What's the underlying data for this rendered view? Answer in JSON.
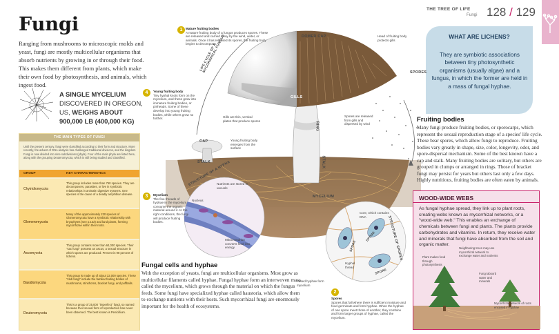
{
  "header": {
    "section": "THE TREE OF LIFE",
    "subsection": "Fungi",
    "page_left": "128",
    "page_sep": "/",
    "page_right": "129"
  },
  "title": "Fungi",
  "intro": "Ranging from mushrooms to microscopic molds and yeast, fungi are mostly multicellular organisms that absorb nutrients by growing in or through their food. This makes them different from plants, which make their own food by photosynthesis, and animals, which ingest food.",
  "mycelium_fact": {
    "part1": "A single mycelium",
    "part2": "discovered in Oregon, US,",
    "part3": "weighs about",
    "part4": "900,000 lb (400,000 kg)"
  },
  "table": {
    "title": "THE MAIN TYPES OF FUNGI",
    "intro": "Until the present century, fungi were classified according to their form and structure. More recently, the advent of DNA analysis has challenged traditional divisions, and the kingdom Fungi is now divided into nine subdivisions (phyla). Four of the main phyla are listed here, along with the grouping Deuteromycota, which is still being studied and classified.",
    "col_group": "GROUP",
    "col_key": "KEY CHARACTERISTICS",
    "rows": [
      {
        "name": "Chytridiomycota",
        "desc": "This group includes more than 750 species. They are decomposers, parasites, or live in symbiotic relationships in animals' digestive systems. One species is the cause of a deadly amphibian disease."
      },
      {
        "name": "Glomeromycota",
        "desc": "Many of the approximately 230 species of Glomeromycota have a symbiotic relationship with bryophytes (see p.132) and land plants, forming mycorrhizae within their roots."
      },
      {
        "name": "Ascomycota",
        "desc": "This group contains more than 64,000 species. Their \"sac fungi\" possess an ascus, a sexual structure in which spores are produced. Present in 98 percent of lichens."
      },
      {
        "name": "Basidiomycota",
        "desc": "This group is made up of about 32,000 species. These \"club fungi\" include the familiar fruiting bodies of mushrooms, stinkhorns, bracket fungi, and puffballs."
      },
      {
        "name": "Deuteromycota",
        "desc": "This is a group of 25,000 \"imperfect\" fungi, so named because their sexual form of reproduction has never been observed. The best known is Penicillium."
      }
    ]
  },
  "lichens": {
    "question": "WHAT ARE LICHENS?",
    "answer": "They are symbiotic associations between tiny photosynthetic organisms (usually algae) and a fungus, in which the former are held in a mass of fungal hyphae."
  },
  "fruiting": {
    "heading": "Fruiting bodies",
    "text": "Many fungi produce fruiting bodies, or sporocarps, which represent the sexual reproduction stage of a species' life cycle. These bear spores, which allow fungi to reproduce. Fruiting bodies vary greatly in shape, size, color, longevity, odor, and spore-dispersal mechanism. Some of the best known have a cap and stalk. Many fruiting bodies are solitary, but others are grouped in clumps or arranged in rings. Those of bracket fungi may persist for years but others last only a few days. Highly nutritious, fruiting bodies are often eaten by animals."
  },
  "wood_wide": {
    "heading": "WOOD-WIDE WEBS",
    "text": "As fungal hyphae spread, they link up to plant roots, creating webs known as mycorrhizal networks, or a \"wood-wide web.\" This enables an exchange of chemicals between fungi and plants. The plants provide carbohydrates and vitamins. In return, they receive water and minerals that fungi have absorbed from the soil and organic matter.",
    "label_trees": "Neighboring trees may use mycorrhizal network to exchange water and nutrients",
    "label_plant": "Plant makes food through photosynthesis",
    "label_fungi": "Fungi absorb water and minerals",
    "label_network": "Mycorrhizal network of roots encased in hyphae"
  },
  "hyphae": {
    "heading": "Fungal cells and hyphae",
    "text": "With the exception of yeasts, fungi are multicellular organisms. Most grow as multicellular filaments called hyphae. Fungal hyphae form an interwoven mass called the mycelium, which grows through the material on which the fungus feeds. Some fungi have specialized hyphae called haustoria, which allow them to exchange nutrients with their hosts. Such mycorrhizal fungi are enormously important for the health of ecosystems."
  },
  "diagram": {
    "cycle_label": "LIFE CYCLE OF A MYCORRHIZAL FUNGUS",
    "domed_cap": "DOMED CAP",
    "gills": "GILLS",
    "ring": "RING",
    "stalk": "STALK",
    "spores": "SPORES",
    "mycelium": "MYCELIUM",
    "cap": "CAP",
    "stalk_small": "STALK",
    "hypha_structure": "STRUCTURE OF A HYPHA",
    "spore_structure": "STRUCTURE OF SPORES",
    "spore_word": "SPORE",
    "step1_title": "Mature fruiting bodies",
    "step1_text": "A mature fruiting body of a fungus produces spores. These are released and carried away by the wind, water, or animals. Once it has released its spores, the fruiting body begins to decompose.",
    "step2_title": "Spores",
    "step2_text": "Spores that fall where there is sufficient moisture and food germinate and form hyphae. When the hyphae of one spore meet those of another, they combine and form larger groups of hyphae, called the mycelium.",
    "step3_title": "Mycelium",
    "step3_text": "The fine threads of hyphae in the mycelium consume the organic material around it. In the right conditions, the fungi will produce fruiting bodies.",
    "step4_title": "Young fruiting body",
    "step4_text": "Tiny hyphal knots form on the mycelium, and these grow into immature fruiting bodies, or pinheads. Some of these develop into young fruiting bodies, while others grow no further.",
    "lbl_head": "Head of fruiting body protects gills",
    "lbl_gills": "Gills are thin, vertical plates that produce spores",
    "lbl_spores_rel": "Spores are released from gills and dispersed by wind",
    "lbl_young": "Young fruiting body emerges from the surface",
    "lbl_nutrients": "Nutrients are stored in vacuole",
    "lbl_nucleus": "Nucleus",
    "lbl_mito": "Mitochondrion converts food into energy",
    "lbl_core": "Core, which contains DNA",
    "lbl_hyphal": "Hyphal thread",
    "lbl_fused": "Fused hyphae form mycelium",
    "n1": "1",
    "n2": "2",
    "n3": "3",
    "n4": "4"
  }
}
